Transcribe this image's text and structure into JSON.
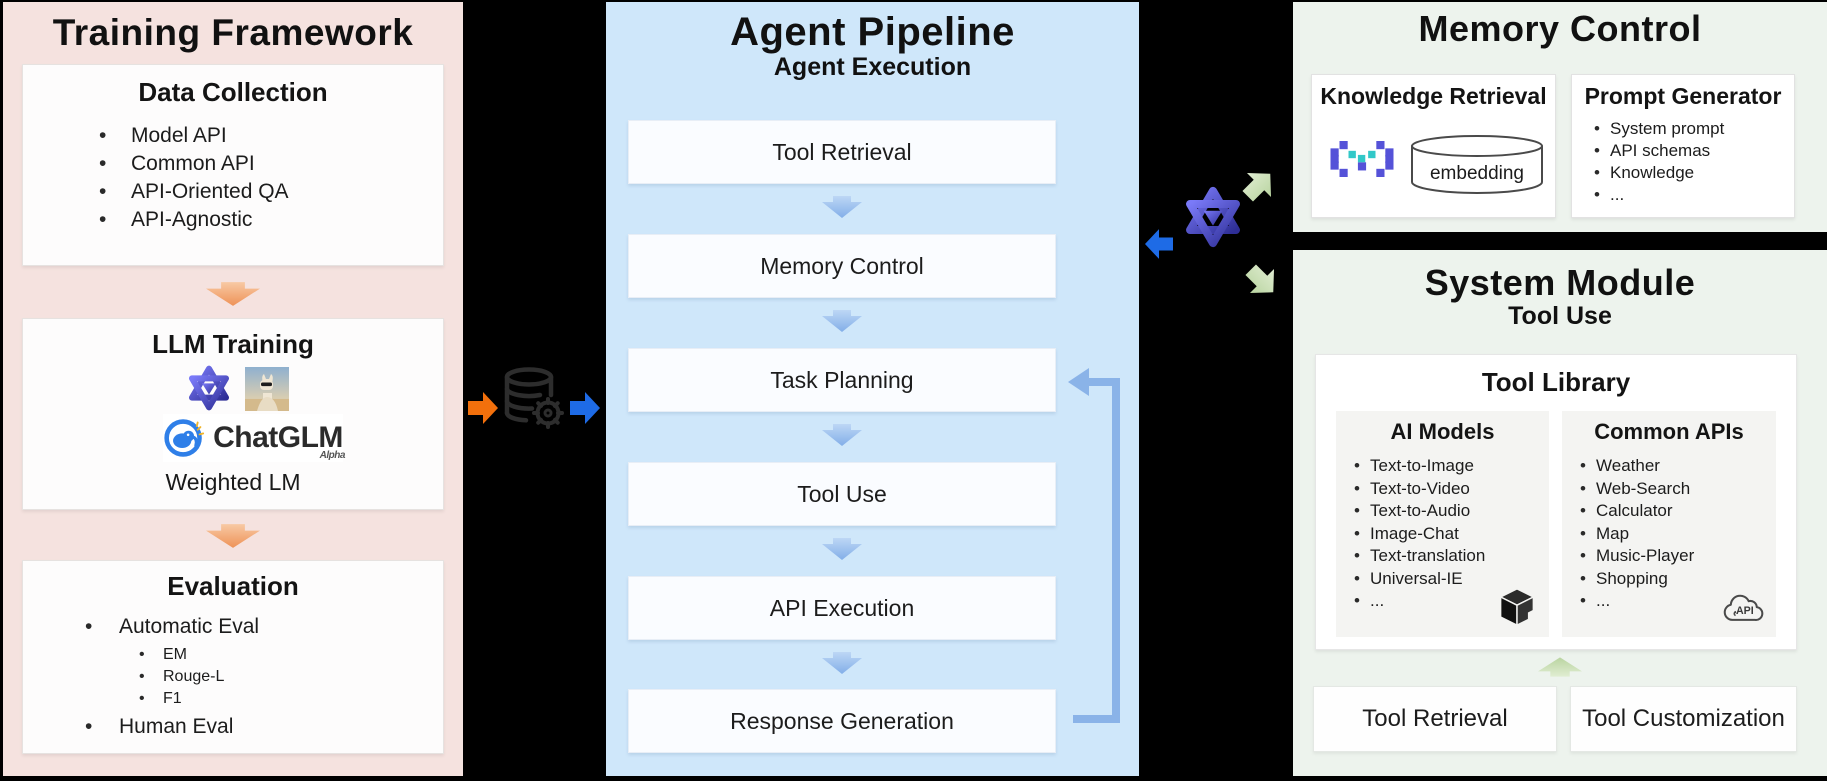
{
  "colors": {
    "training_bg": "#f5e2df",
    "pipeline_bg": "#cfe7fa",
    "memory_bg": "#edf3ed",
    "orange_arrow": "#f2700c",
    "blue_arrow": "#1e6be6",
    "pipeline_arrow": "#8ab3e8",
    "soft_green_arrow": "#c8dfb0",
    "soft_orange_arrow": "#f2a169",
    "logo_purple": "#5050d0",
    "logo_teal": "#32c8c8",
    "chatglm_blue": "#2f7fe8"
  },
  "training": {
    "title": "Training Framework",
    "data_collection": {
      "title": "Data Collection",
      "items": [
        "Model API",
        "Common API",
        "API-Oriented QA",
        "API-Agnostic"
      ]
    },
    "llm_training": {
      "title": "LLM Training",
      "chatglm_wordmark": "ChatGLM",
      "chatglm_variant": "Alpha",
      "caption": "Weighted LM"
    },
    "evaluation": {
      "title": "Evaluation",
      "automatic_label": "Automatic Eval",
      "automatic_sub_items": [
        "EM",
        "Rouge-L",
        "F1"
      ],
      "human_label": "Human Eval"
    }
  },
  "pipeline": {
    "title": "Agent Pipeline",
    "subtitle": "Agent Execution",
    "steps": [
      "Tool Retrieval",
      "Memory Control",
      "Task Planning",
      "Tool Use",
      "API Execution",
      "Response Generation"
    ]
  },
  "memory": {
    "title": "Memory Control",
    "knowledge_retrieval": {
      "title": "Knowledge Retrieval",
      "embedding_label": "embedding"
    },
    "prompt_generator": {
      "title": "Prompt Generator",
      "items": [
        "System prompt",
        "API schemas",
        "Knowledge",
        "..."
      ]
    }
  },
  "system": {
    "title": "System Module",
    "subtitle": "Tool Use",
    "tool_library": {
      "title": "Tool Library",
      "ai_models": {
        "title": "AI Models",
        "items": [
          "Text-to-Image",
          "Text-to-Video",
          "Text-to-Audio",
          "Image-Chat",
          "Text-translation",
          "Universal-IE",
          "..."
        ]
      },
      "common_apis": {
        "title": "Common APIs",
        "items": [
          "Weather",
          "Web-Search",
          "Calculator",
          "Map",
          "Music-Player",
          "Shopping",
          "..."
        ]
      },
      "api_icon_label": "API"
    },
    "tool_retrieval_label": "Tool Retrieval",
    "tool_customization_label": "Tool Customization"
  }
}
